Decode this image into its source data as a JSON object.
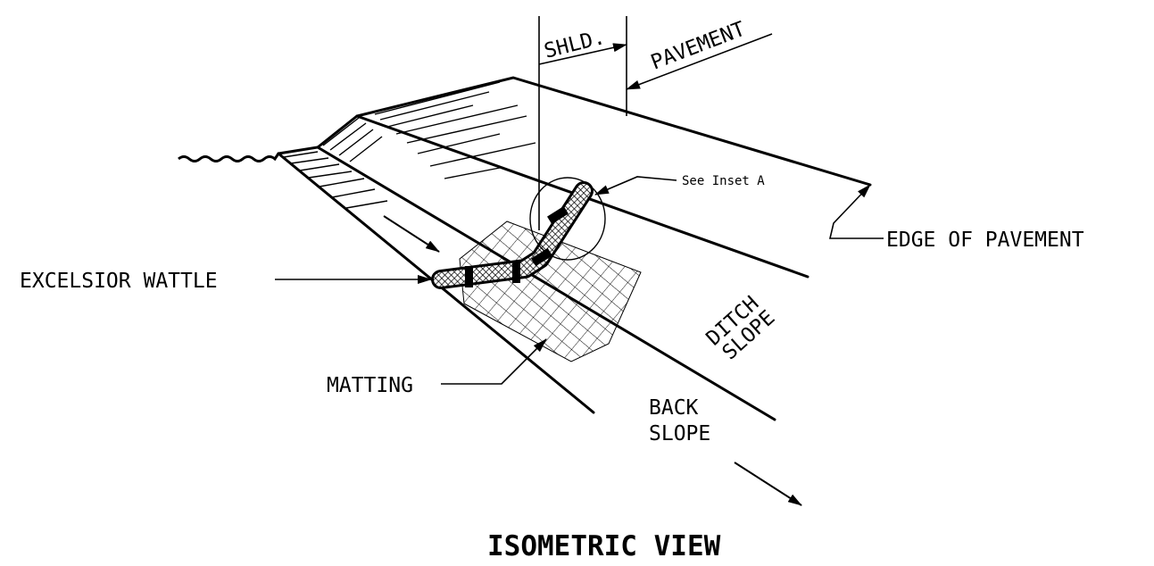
{
  "labels": {
    "shoulder": "SHLD.",
    "pavement": "PAVEMENT",
    "see_inset": "See Inset A",
    "edge_of_pavement": "EDGE OF PAVEMENT",
    "excelsior_wattle": "EXCELSIOR WATTLE",
    "ditch_slope_line1": "DITCH",
    "ditch_slope_line2": "SLOPE",
    "matting": "MATTING",
    "back_slope_line1": "BACK",
    "back_slope_line2": "SLOPE"
  },
  "title": "ISOMETRIC VIEW",
  "colors": {
    "ink": "#000000",
    "paper": "#ffffff"
  }
}
